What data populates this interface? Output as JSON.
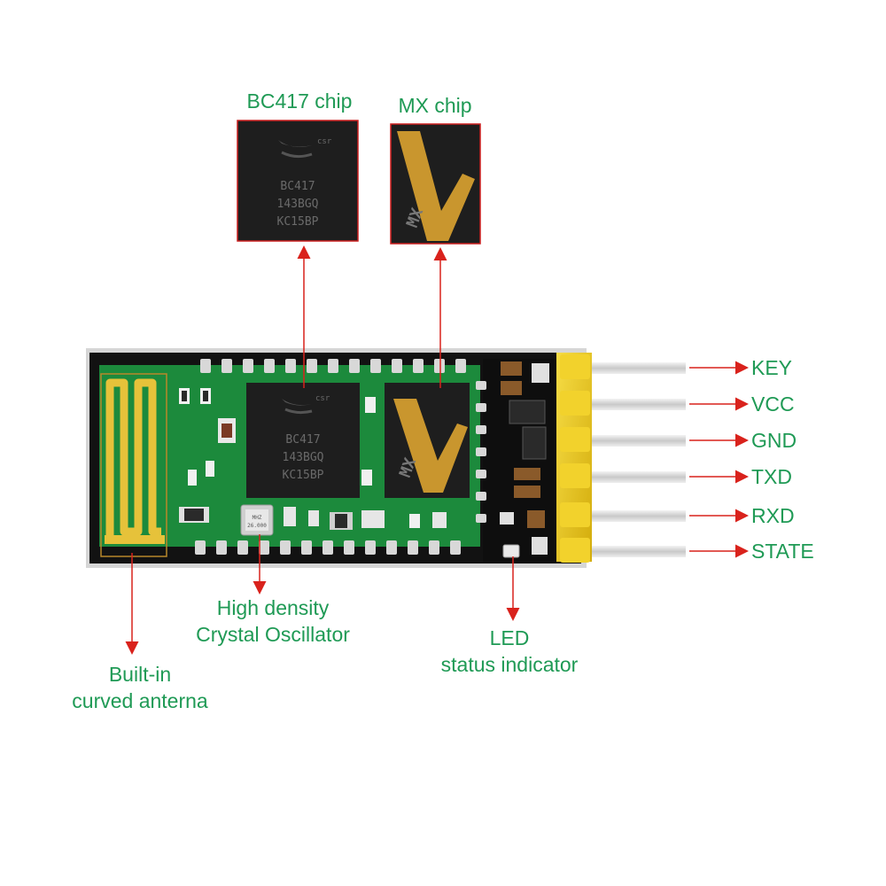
{
  "callouts": {
    "bc417_chip": "BC417 chip",
    "mx_chip": "MX chip",
    "crystal_line1": "High density",
    "crystal_line2": "Crystal Oscillator",
    "antenna_line1": "Built-in",
    "antenna_line2": "curved anterna",
    "led_line1": "LED",
    "led_line2": "status indicator"
  },
  "pins": [
    {
      "label": "KEY"
    },
    {
      "label": "VCC"
    },
    {
      "label": "GND"
    },
    {
      "label": "TXD"
    },
    {
      "label": "RXD"
    },
    {
      "label": "STATE"
    }
  ],
  "chip_markings": {
    "bc417": {
      "brand": "csr",
      "line1": "BC417",
      "line2": "143BGQ",
      "line3": "KC15BP"
    },
    "crystal": {
      "line1": "MHZ",
      "line2": "26.000"
    },
    "mx": {
      "brand": "MX"
    }
  },
  "colors": {
    "label_green": "#1f9a55",
    "arrow_red": "#d9221c",
    "pcb_green": "#1c8a3c",
    "pin_gold": "#e8c417",
    "chip_black": "#1e1e1e"
  }
}
